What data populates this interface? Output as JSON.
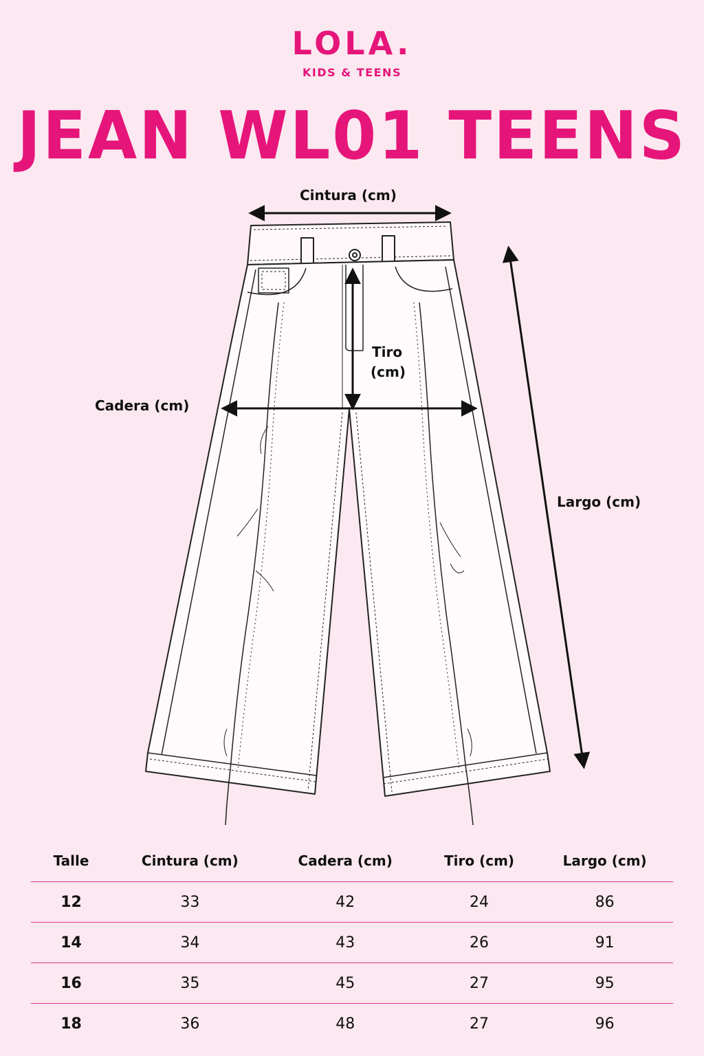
{
  "brand": {
    "name": "LOLA.",
    "subtitle": "KIDS & TEENS"
  },
  "title": "JEAN WL01 TEENS",
  "diagram": {
    "labels": {
      "waist": "Cintura (cm)",
      "hip": "Cadera (cm)",
      "rise_line1": "Tiro",
      "rise_line2": "(cm)",
      "length": "Largo (cm)"
    }
  },
  "size_table": {
    "headers": [
      "Talle",
      "Cintura (cm)",
      "Cadera (cm)",
      "Tiro (cm)",
      "Largo (cm)"
    ],
    "rows": [
      [
        "12",
        "33",
        "42",
        "24",
        "86"
      ],
      [
        "14",
        "34",
        "43",
        "26",
        "91"
      ],
      [
        "16",
        "35",
        "45",
        "27",
        "95"
      ],
      [
        "18",
        "36",
        "48",
        "27",
        "96"
      ]
    ]
  },
  "colors": {
    "accent": "#e6157a",
    "background": "#fbe8f0",
    "line": "#d9358a"
  }
}
